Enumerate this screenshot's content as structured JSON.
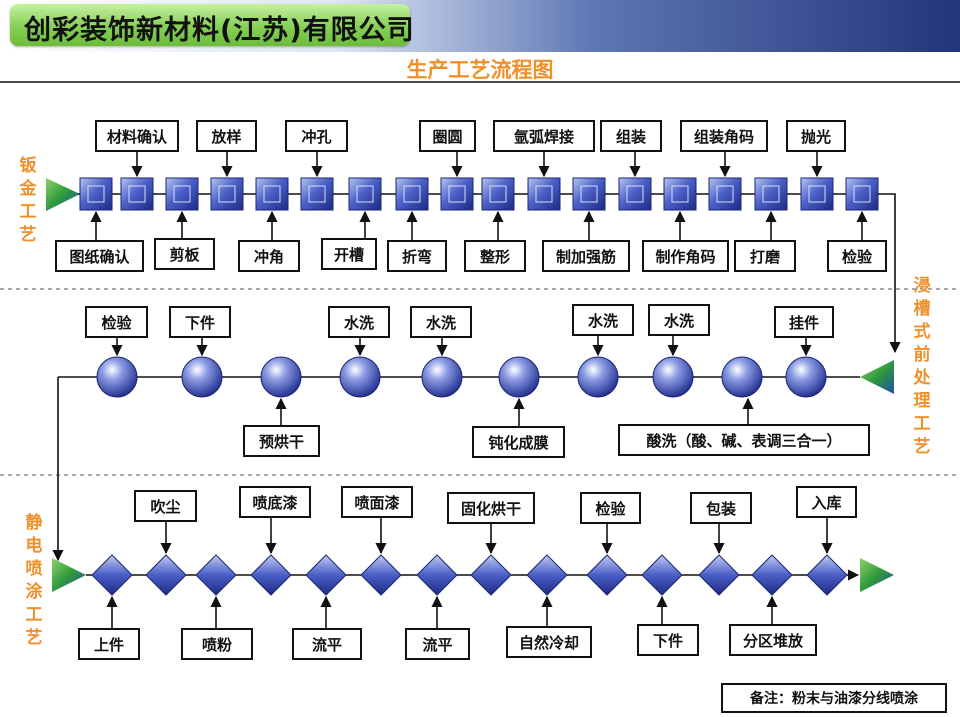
{
  "header": {
    "company_name": "创彩装饰新材料(江苏)有限公司"
  },
  "page_title": "生产工艺流程图",
  "sections": {
    "sheet_metal": {
      "label": "钣金工艺",
      "steps_top": [
        "材料确认",
        "放样",
        "冲孔",
        "圈圆",
        "氩弧焊接",
        "组装",
        "组装角码",
        "抛光"
      ],
      "steps_bottom": [
        "图纸确认",
        "剪板",
        "冲角",
        "开槽",
        "折弯",
        "整形",
        "制加强筋",
        "制作角码",
        "打磨",
        "检验"
      ]
    },
    "pretreatment": {
      "label": "浸槽式前处理工艺",
      "steps_top": [
        "检验",
        "下件",
        "水洗",
        "水洗",
        "水洗",
        "水洗",
        "挂件"
      ],
      "steps_bottom": [
        "预烘干",
        "钝化成膜",
        "酸洗（酸、碱、表调三合一）"
      ]
    },
    "spraying": {
      "label": "静电喷涂工艺",
      "steps_top": [
        "吹尘",
        "喷底漆",
        "喷面漆",
        "固化烘干",
        "检验",
        "包装",
        "入库"
      ],
      "steps_bottom": [
        "上件",
        "喷粉",
        "流平",
        "流平",
        "自然冷却",
        "下件",
        "分区堆放"
      ]
    }
  },
  "note": "备注：粉末与油漆分线喷涂",
  "colors": {
    "accent": "#f0902a",
    "node_blue": "#3448b4",
    "arrow_green": "#2f9a3c"
  }
}
